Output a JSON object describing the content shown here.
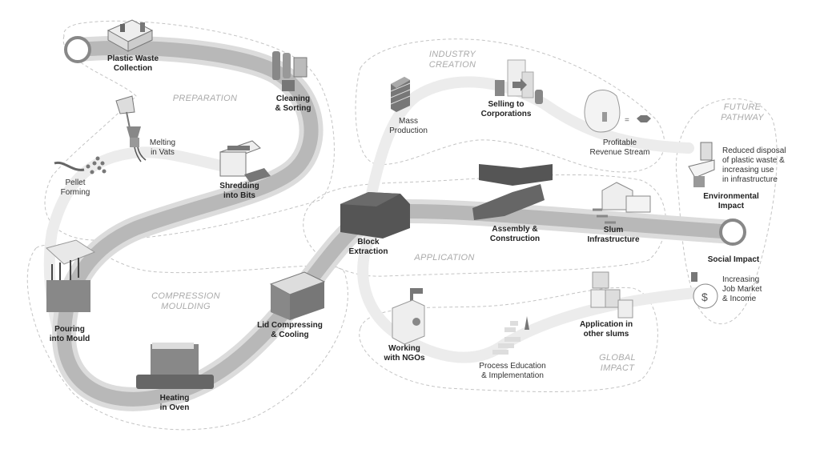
{
  "regions": {
    "preparation": "PREPARATION",
    "industry_creation": "INDUSTRY\nCREATION",
    "future_pathway": "FUTURE\nPATHWAY",
    "compression_moulding": "COMPRESSION\nMOULDING",
    "application": "APPLICATION",
    "global_impact": "GLOBAL\nIMPACT"
  },
  "steps": {
    "plastic_waste_collection": "Plastic Waste\nCollection",
    "cleaning_sorting": "Cleaning\n& Sorting",
    "melting_in_vats": "Melting\nin Vats",
    "pellet_forming": "Pellet\nForming",
    "shredding_into_bits": "Shredding\ninto Bits",
    "mass_production": "Mass\nProduction",
    "selling_to_corporations": "Selling to\nCorporations",
    "profitable_revenue_stream": "Profitable\nRevenue Stream",
    "block_extraction": "Block\nExtraction",
    "assembly_construction": "Assembly &\nConstruction",
    "slum_infrastructure": "Slum\nInfrastructure",
    "environmental_impact": "Environmental\nImpact",
    "environmental_note": "Reduced disposal\nof plastic waste &\nincreasing use\nin infrastructure",
    "social_impact": "Social Impact",
    "social_note": "Increasing\nJob Market\n& Income",
    "pouring_into_mould": "Pouring\ninto Mould",
    "heating_in_oven": "Heating\nin Oven",
    "lid_compressing_cooling": "Lid Compressing\n& Cooling",
    "working_with_ngos": "Working\nwith NGOs",
    "process_education": "Process Education\n& Implementation",
    "application_other_slums": "Application in\nother slums"
  },
  "colors": {
    "main_path": "#b8b8b8",
    "branch_path": "#ececec",
    "dashed_outline": "#c4c4c4",
    "region_text": "#aaaaaa",
    "icon_dark": "#555555"
  }
}
